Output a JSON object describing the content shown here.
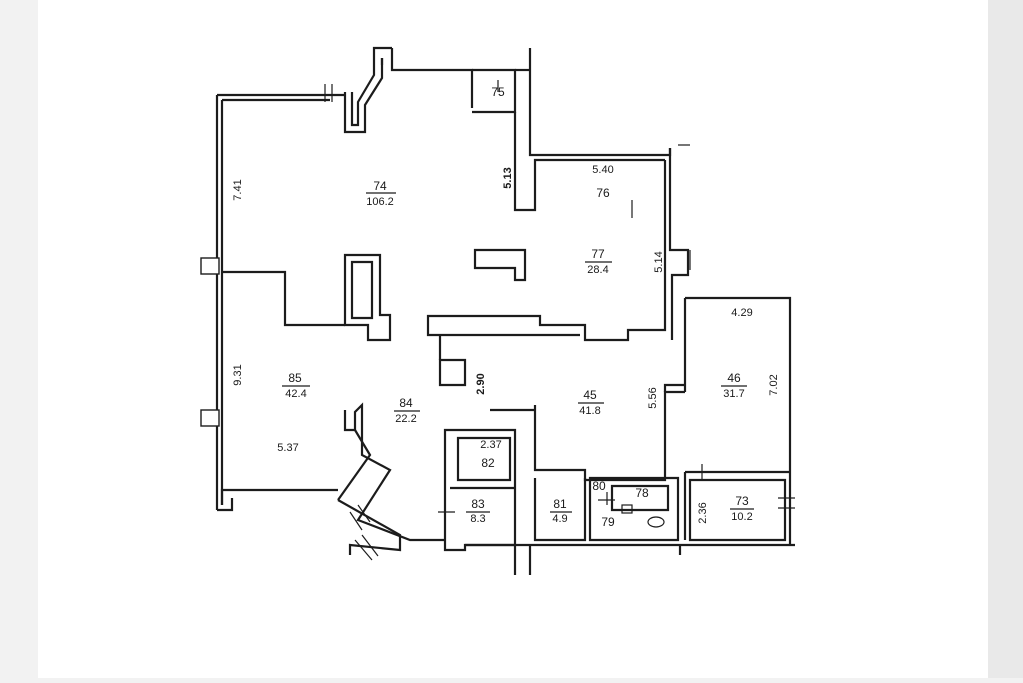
{
  "plan": {
    "rooms": [
      {
        "id": "74",
        "area": "106.2"
      },
      {
        "id": "75",
        "area": ""
      },
      {
        "id": "76",
        "area": ""
      },
      {
        "id": "77",
        "area": "28.4"
      },
      {
        "id": "85",
        "area": "42.4"
      },
      {
        "id": "84",
        "area": "22.2"
      },
      {
        "id": "45",
        "area": "41.8"
      },
      {
        "id": "46",
        "area": "31.7"
      },
      {
        "id": "82",
        "area": ""
      },
      {
        "id": "83",
        "area": "8.3"
      },
      {
        "id": "81",
        "area": "4.9"
      },
      {
        "id": "80",
        "area": ""
      },
      {
        "id": "78",
        "area": ""
      },
      {
        "id": "79",
        "area": ""
      },
      {
        "id": "73",
        "area": "10.2"
      }
    ],
    "dimensions": [
      "7.41",
      "5.13",
      "5.40",
      "5.14",
      "4.29",
      "9.31",
      "2.90",
      "5.56",
      "7.02",
      "5.37",
      "2.37",
      "2.36"
    ]
  }
}
